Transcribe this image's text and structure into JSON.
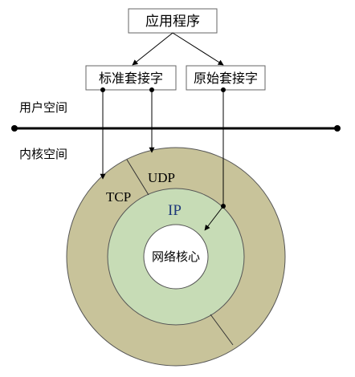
{
  "boxes": {
    "app": "应用程序",
    "standard_socket": "标准套接字",
    "raw_socket": "原始套接字"
  },
  "spaces": {
    "user": "用户空间",
    "kernel": "内核空间"
  },
  "rings": {
    "tcp": "TCP",
    "udp": "UDP",
    "ip": "IP",
    "core": "网络核心"
  },
  "colors": {
    "outer_ring": "#c8c39a",
    "middle_ring": "#c7dcb6",
    "core": "#ffffff",
    "line": "#000000"
  }
}
